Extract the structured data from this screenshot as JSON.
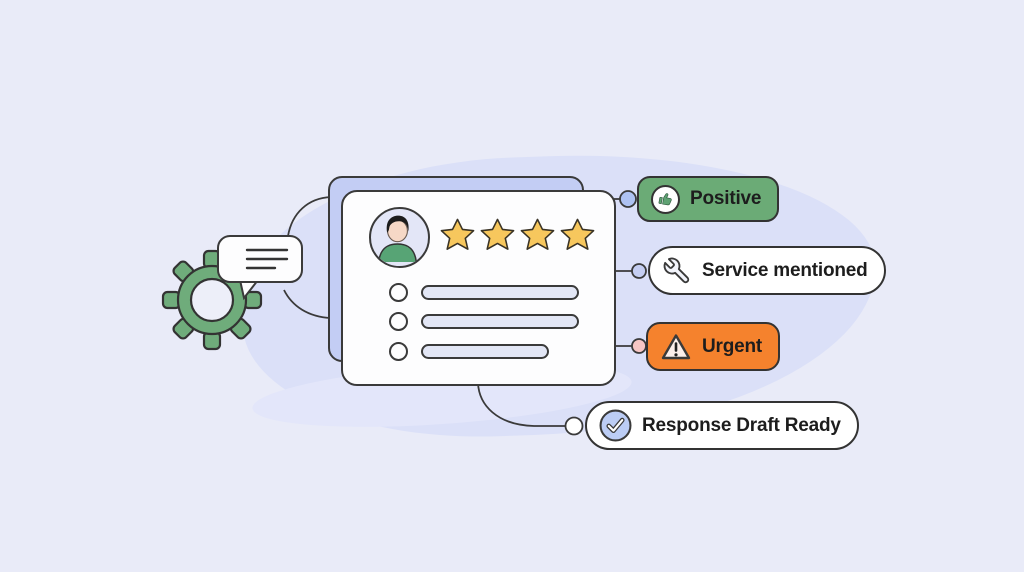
{
  "palette": {
    "background": "#E9EBF8",
    "blob": "#DBE0F8",
    "outline": "#3A3A3A",
    "back_card": "#C3CDF4",
    "front_card": "#FDFDFE",
    "gear_green": "#6FAC7B",
    "shirt_green": "#57A475",
    "star_gold": "#F7C75D",
    "positive_green": "#6BAB76",
    "urgent_orange": "#F5822D",
    "check_blue": "#BCCDF5",
    "connector_dot_blue": "#AEC2F2",
    "connector_dot_lavender": "#C5CEF2",
    "connector_dot_pink": "#F7C6C4",
    "connector_dot_white": "#FFFFFF"
  },
  "review_card": {
    "rating_stars": 4,
    "placeholder_rows": 3
  },
  "tags": [
    {
      "label": "Positive",
      "icon": "thumbs-up-icon",
      "style": "green"
    },
    {
      "label": "Service mentioned",
      "icon": "wrench-icon",
      "style": "white"
    },
    {
      "label": "Urgent",
      "icon": "warning-triangle-icon",
      "style": "orange"
    },
    {
      "label": "Response Draft Ready",
      "icon": "check-circle-icon",
      "style": "white"
    }
  ]
}
